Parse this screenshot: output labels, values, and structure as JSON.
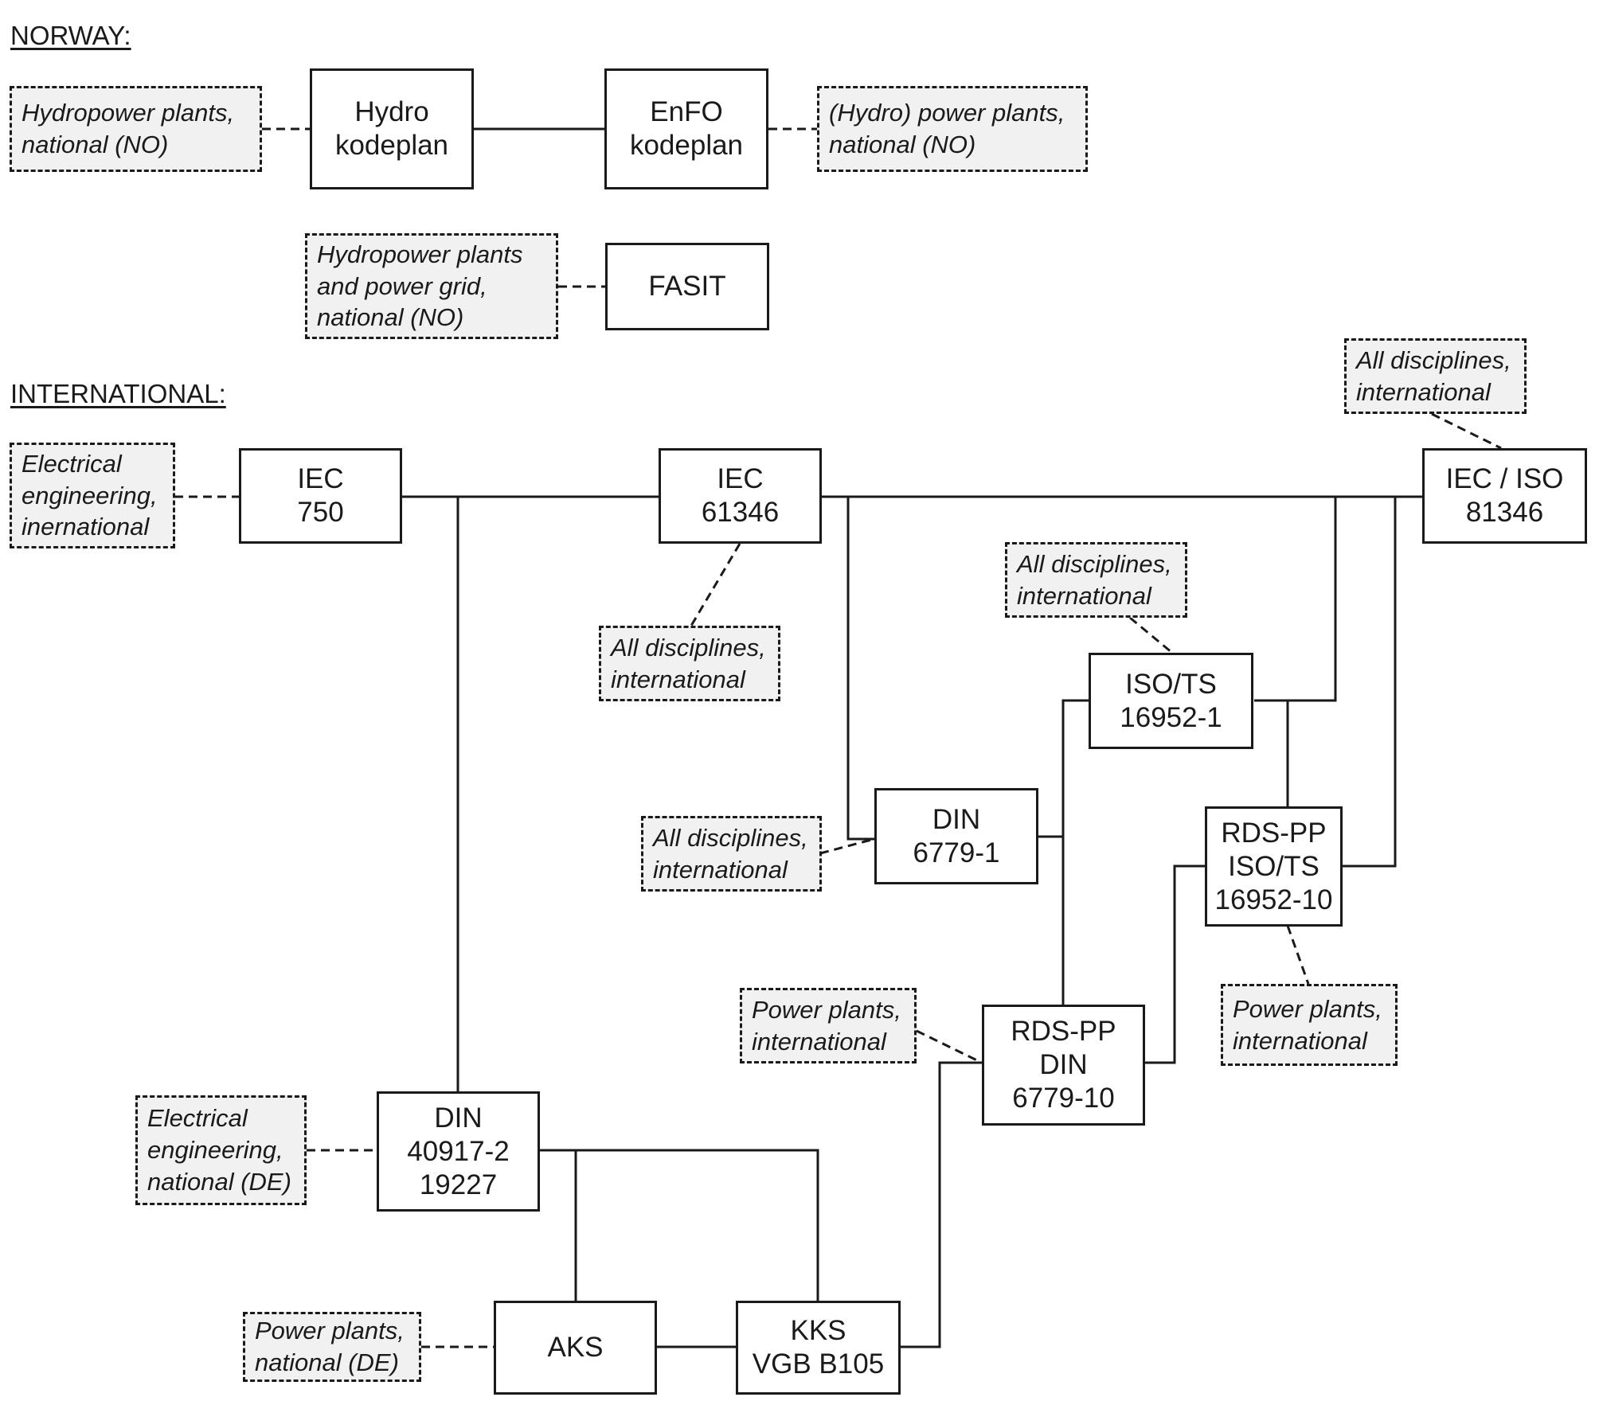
{
  "sections": {
    "norway": "NORWAY:",
    "international": "INTERNATIONAL:"
  },
  "standards": {
    "hydro_kodeplan": [
      "Hydro",
      "kodeplan"
    ],
    "enfo_kodeplan": [
      "EnFO",
      "kodeplan"
    ],
    "fasit": [
      "FASIT"
    ],
    "iec_750": [
      "IEC",
      "750"
    ],
    "iec_61346": [
      "IEC",
      "61346"
    ],
    "iec_iso_81346": [
      "IEC / ISO",
      "81346"
    ],
    "iso_ts_16952_1": [
      "ISO/TS",
      "16952-1"
    ],
    "din_6779_1": [
      "DIN",
      "6779-1"
    ],
    "rds_pp_iso_ts_16952_10": [
      "RDS-PP",
      "ISO/TS",
      "16952-10"
    ],
    "rds_pp_din_6779_10": [
      "RDS-PP",
      "DIN",
      "6779-10"
    ],
    "din_40917_2_19227": [
      "DIN",
      "40917-2",
      "19227"
    ],
    "aks": [
      "AKS"
    ],
    "kks_vgb_b105": [
      "KKS",
      "VGB B105"
    ]
  },
  "scopes": {
    "hydro_kodeplan": [
      "Hydropower plants,",
      "national (NO)"
    ],
    "enfo_kodeplan": [
      "(Hydro) power plants,",
      "national (NO)"
    ],
    "fasit": [
      "Hydropower plants",
      "and power grid,",
      "national (NO)"
    ],
    "iec_750": [
      "Electrical",
      "engineering,",
      "inernational"
    ],
    "iec_61346": [
      "All disciplines,",
      "international"
    ],
    "iec_iso_81346": [
      "All disciplines,",
      "international"
    ],
    "iso_ts_16952_1": [
      "All disciplines,",
      "international"
    ],
    "din_6779_1": [
      "All disciplines,",
      "international"
    ],
    "rds_pp_din_6779_10": [
      "Power plants,",
      "international"
    ],
    "rds_pp_iso_ts_16952_10": [
      "Power plants,",
      "international"
    ],
    "din_40917_2_19227": [
      "Electrical",
      "engineering,",
      "national (DE)"
    ],
    "aks": [
      "Power plants,",
      "national (DE)"
    ]
  }
}
